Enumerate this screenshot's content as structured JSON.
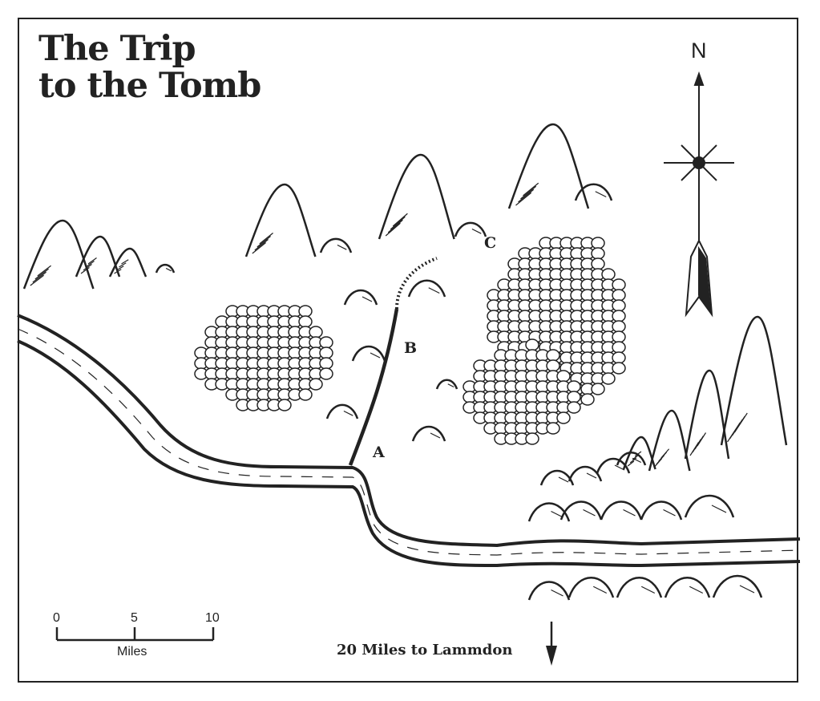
{
  "title": {
    "line1": "The Trip",
    "line2": "to the Tomb"
  },
  "compass": {
    "north_label": "N"
  },
  "points": {
    "a": "A",
    "b": "B",
    "c": "C"
  },
  "scale": {
    "ticks": [
      "0",
      "5",
      "10"
    ],
    "unit": "Miles"
  },
  "direction_note": "20 Miles to Lammdon",
  "colors": {
    "ink": "#222222",
    "paper": "#ffffff"
  }
}
